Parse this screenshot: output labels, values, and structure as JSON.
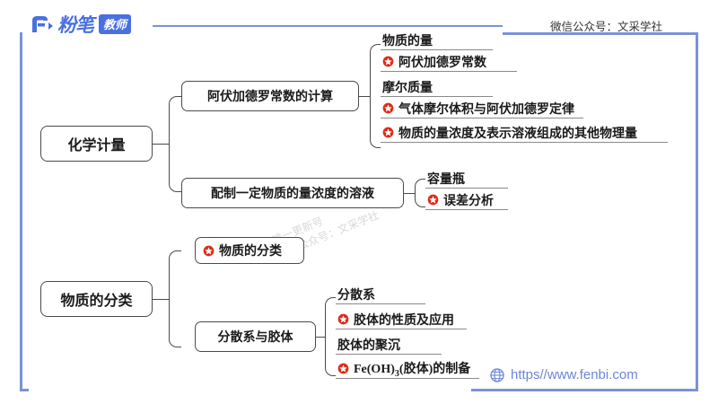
{
  "header": {
    "brand_name": "粉笔",
    "brand_badge": "教师",
    "brand_logo_icon": "fenbi-logo-icon",
    "wechat_label": "微信公众号：文采学社"
  },
  "footer": {
    "globe_icon": "globe-icon",
    "url": "https//www.fenbi.com"
  },
  "watermark": {
    "line1": "唯一更新号",
    "line2": "微信公众号：文采学社"
  },
  "colors": {
    "frame": "#7b93d6",
    "brand": "#4a6fe0",
    "node_border": "#4a4a4a",
    "leaf_rule": "#8a8a8a",
    "star_red": "#e02b18",
    "url_text": "#6b86d8"
  },
  "mindmap": {
    "icons": {
      "star": "red-star-icon"
    },
    "branches": [
      {
        "root": "化学计量",
        "children": [
          {
            "label": "阿伏加德罗常数的计算",
            "leaves": [
              {
                "text": "物质的量",
                "star": false
              },
              {
                "text": "阿伏加德罗常数",
                "star": true
              },
              {
                "text": "摩尔质量",
                "star": false
              },
              {
                "text": "气体摩尔体积与阿伏加德罗定律",
                "star": true
              },
              {
                "text": "物质的量浓度及表示溶液组成的其他物理量",
                "star": true
              }
            ]
          },
          {
            "label": "配制一定物质的量浓度的溶液",
            "leaves": [
              {
                "text": "容量瓶",
                "star": false
              },
              {
                "text": "误差分析",
                "star": true
              }
            ]
          }
        ]
      },
      {
        "root": "物质的分类",
        "children": [
          {
            "label": "物质的分类",
            "boxed": true,
            "star": true,
            "leaves": []
          },
          {
            "label": "分散系与胶体",
            "leaves": [
              {
                "text": "分散系",
                "star": false
              },
              {
                "text": "胶体的性质及应用",
                "star": true
              },
              {
                "text": "胶体的聚沉",
                "star": false
              },
              {
                "text": "Fe(OH)3(胶体)的制备",
                "star": true,
                "formula": true
              }
            ]
          }
        ]
      }
    ]
  }
}
